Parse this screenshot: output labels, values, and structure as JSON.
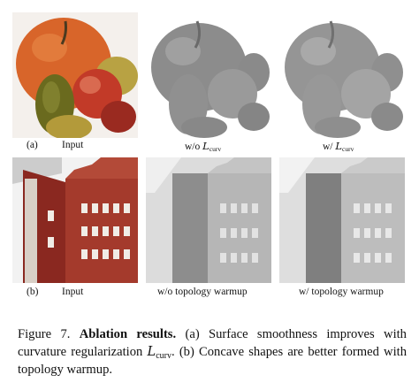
{
  "row1": {
    "label": "(a)",
    "captions": {
      "input": "Input",
      "without_prefix": "w/o",
      "with_prefix": "w/",
      "loss_letter": "L",
      "loss_sub": "curv"
    }
  },
  "row2": {
    "label": "(b)",
    "captions": {
      "input": "Input",
      "without": "w/o topology warmup",
      "with": "w/ topology warmup"
    }
  },
  "figure_caption": {
    "number": "Figure 7.",
    "title": "Ablation results.",
    "text_a": "(a) Surface smoothness improves with curvature regularization",
    "loss_letter": "L",
    "loss_sub": "curv",
    "text_b": ". (b) Concave shapes are better formed with topology warmup."
  }
}
